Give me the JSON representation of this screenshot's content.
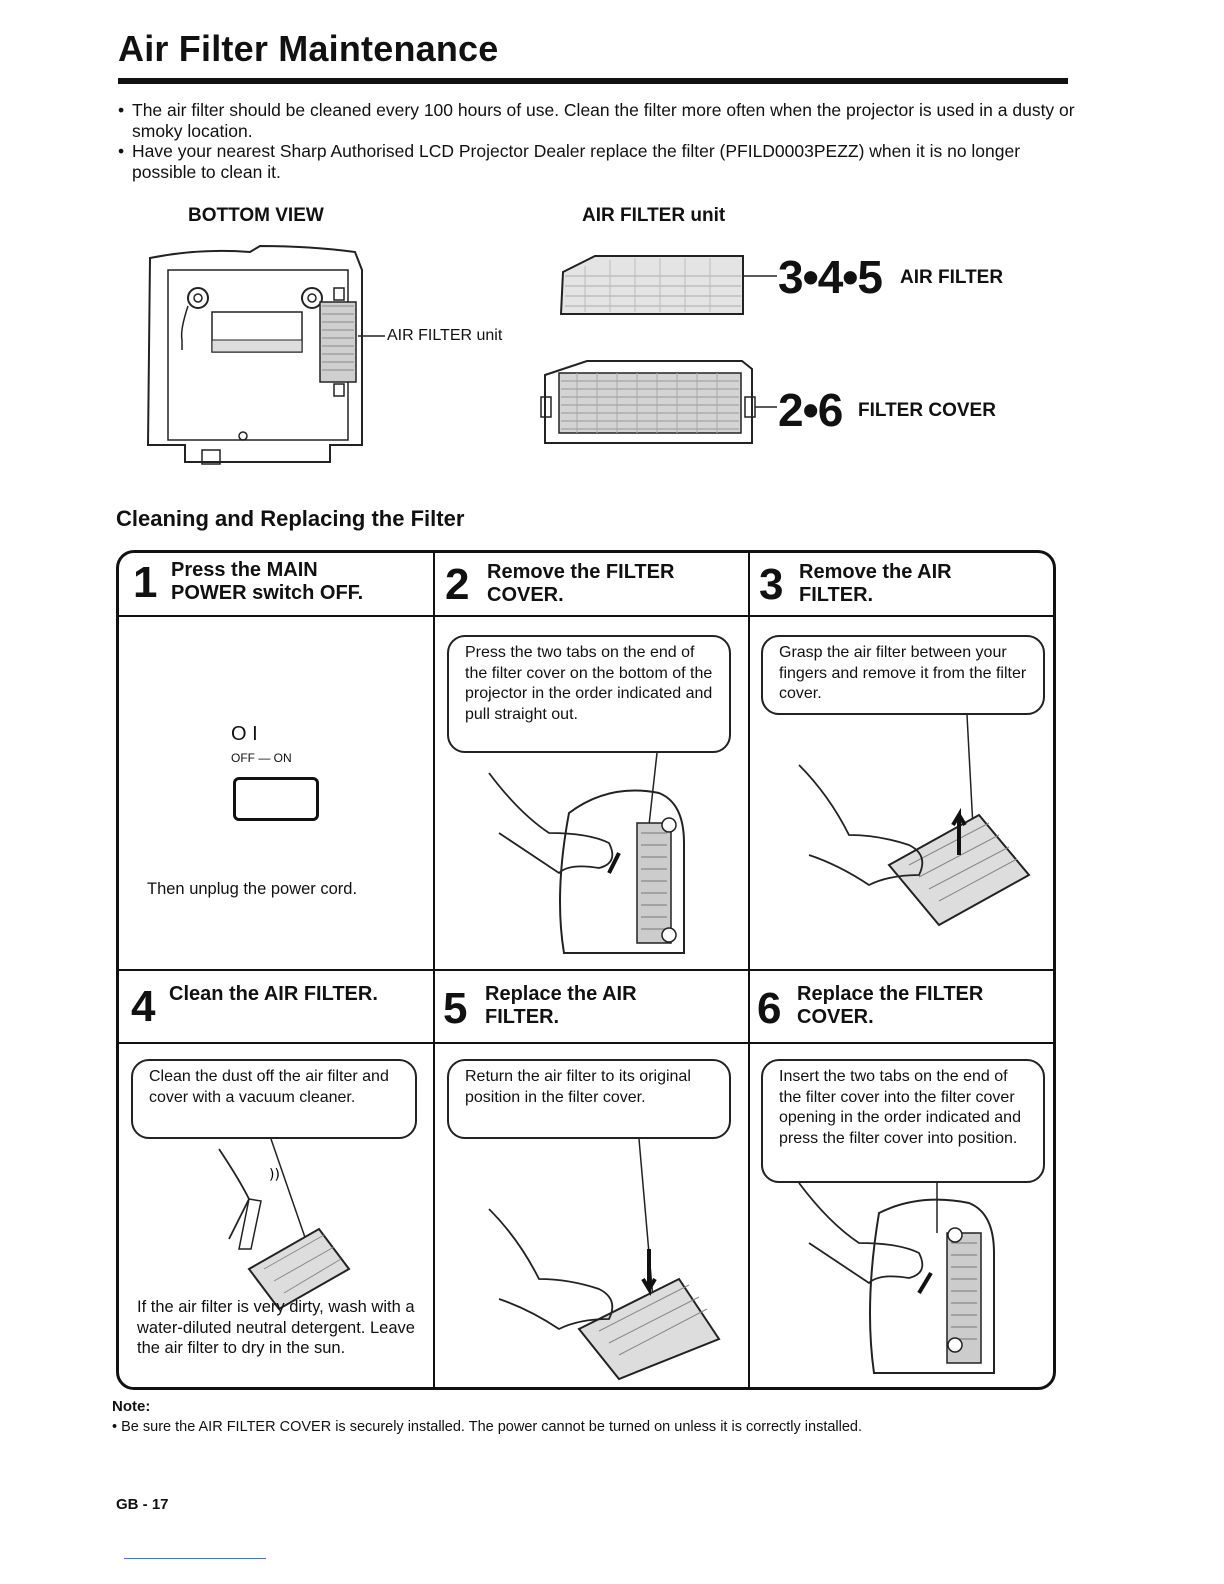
{
  "title": "Air Filter Maintenance",
  "bullets": [
    "The air filter should be cleaned every 100 hours of use. Clean the filter more often when the projector is used in a dusty or smoky location.",
    "Have your nearest Sharp Authorised LCD Projector Dealer replace the filter (PFILD0003PEZZ) when it is no longer possible to clean it."
  ],
  "diagram": {
    "bottom_view_label": "BOTTOM VIEW",
    "air_filter_unit_heading": "AIR FILTER unit",
    "callout_air_filter_unit": "AIR FILTER unit",
    "air_filter_steps": "3•4•5",
    "air_filter_label": "AIR FILTER",
    "filter_cover_steps": "2•6",
    "filter_cover_label": "FILTER COVER"
  },
  "section_title": "Cleaning and Replacing the Filter",
  "steps": [
    {
      "number": "1",
      "title_line1": "Press the MAIN",
      "title_line2": "POWER switch OFF.",
      "switch_symbols": "O I",
      "switch_labels": "OFF — ON",
      "text": "Then unplug the power cord."
    },
    {
      "number": "2",
      "title_line1": "Remove the FILTER",
      "title_line2": "COVER.",
      "bubble": "Press the two tabs on the end of the filter cover on the bottom of the projector in the order indicated and pull straight out."
    },
    {
      "number": "3",
      "title_line1": "Remove the AIR",
      "title_line2": "FILTER.",
      "bubble": "Grasp the air filter between your fingers and remove it from the filter cover."
    },
    {
      "number": "4",
      "title_line1": "Clean the AIR FILTER.",
      "title_line2": "",
      "bubble": "Clean the dust off the air filter and cover with a vacuum cleaner.",
      "text": "If the air filter is very dirty, wash with a water-diluted neutral detergent. Leave the air filter to dry in the sun."
    },
    {
      "number": "5",
      "title_line1": "Replace the AIR",
      "title_line2": "FILTER.",
      "bubble": "Return the air filter to its original position in the filter cover."
    },
    {
      "number": "6",
      "title_line1": "Replace the FILTER",
      "title_line2": "COVER.",
      "bubble": "Insert the two tabs on the end of the filter cover into the filter cover opening in the order indicated and press the filter cover into position."
    }
  ],
  "note": {
    "label": "Note:",
    "text": "Be sure the AIR FILTER COVER is securely installed. The power cannot be turned on unless it is correctly installed."
  },
  "page_number": "GB - 17"
}
